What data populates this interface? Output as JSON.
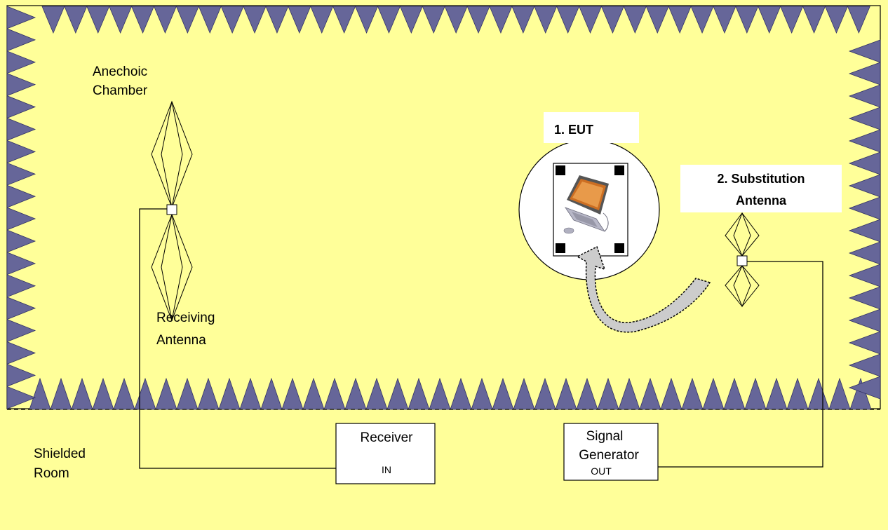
{
  "labels": {
    "anechoic_line1": "Anechoic",
    "anechoic_line2": "Chamber",
    "receiving_line1": "Receiving",
    "receiving_line2": "Antenna",
    "eut": "1. EUT",
    "substitution_line1": "2. Substitution",
    "substitution_line2": "Antenna",
    "shielded_line1": "Shielded",
    "shielded_line2": "Room",
    "receiver": "Receiver",
    "receiver_port": "IN",
    "siggen_line1": "Signal",
    "siggen_line2": "Generator",
    "siggen_port": "OUT"
  },
  "colors": {
    "background": "#ffff99",
    "absorber": "#666699",
    "absorber_edge": "#333366",
    "arrow_fill": "#c8c8c8",
    "line": "#000000",
    "box_fill": "#ffffff"
  },
  "icons": {
    "eut": "computer-icon",
    "antenna": "biconical-antenna-icon",
    "arrow": "curved-arrow-icon"
  }
}
